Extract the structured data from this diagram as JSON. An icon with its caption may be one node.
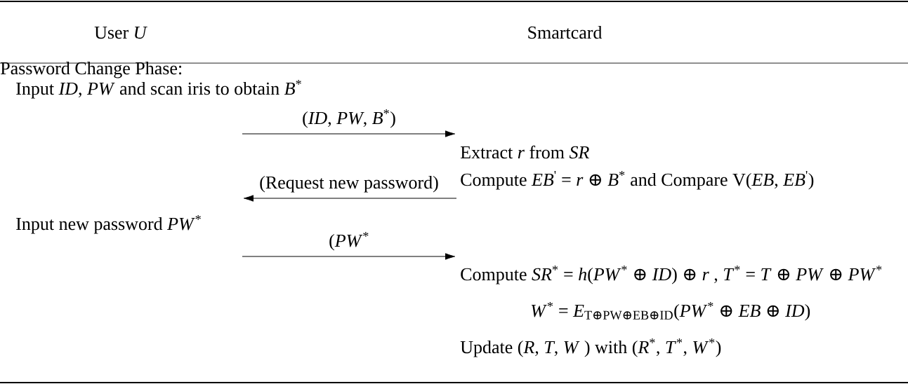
{
  "diagram": {
    "nodes": [
      {
        "text": [
          "Input *ID*, *PW* and scan iris to obtain *B*$^{*}$"
        ]
      },
      {
        "text": [
          "Extract *r* from *SR*"
        ]
      },
      {
        "text": [
          "Compute *EB*$^{'}$ = *r* ⊕ *B*$^{*}$ and Compare V(*EB*, *EB*$^{'}$)"
        ]
      },
      {
        "text": [
          "Input new password *PW*$^{*}$"
        ]
      },
      {
        "text": [
          "Compute *SR*$^{*}$ = *h*(*PW*$^{*}$ ⊕ *ID*) ⊕ *r* , *T*$^{*}$ = *T* ⊕ *PW* ⊕ *PW*$^{*}$"
        ]
      },
      {
        "text": [
          "*W*$^{*}$ = *E*$_{T⊕PW⊕EB⊕ID}$(*PW*$^{*}$ ⊕ *EB* ⊕ *ID*)"
        ]
      },
      {
        "text": [
          "Update (*R*, *T*, *W* ) with (*R*$^{*}$, *T*$^{*}$, *W*$^{*}$)"
        ]
      }
    ],
    "edges": [
      {
        "from": 0,
        "to": 1,
        "arrow": "to",
        "label": "(*ID*, *PW*, *B*$^{*}$)"
      },
      {
        "from": 2,
        "to": 3,
        "arrow": "to",
        "label": "(Request new password)"
      },
      {
        "from": 3,
        "to": 4,
        "arrow": "to",
        "label": "(*PW*$^{*}$"
      }
    ],
    "labels": [
      "User *U*",
      "Smartcard",
      "Password Change Phase:"
    ]
  }
}
